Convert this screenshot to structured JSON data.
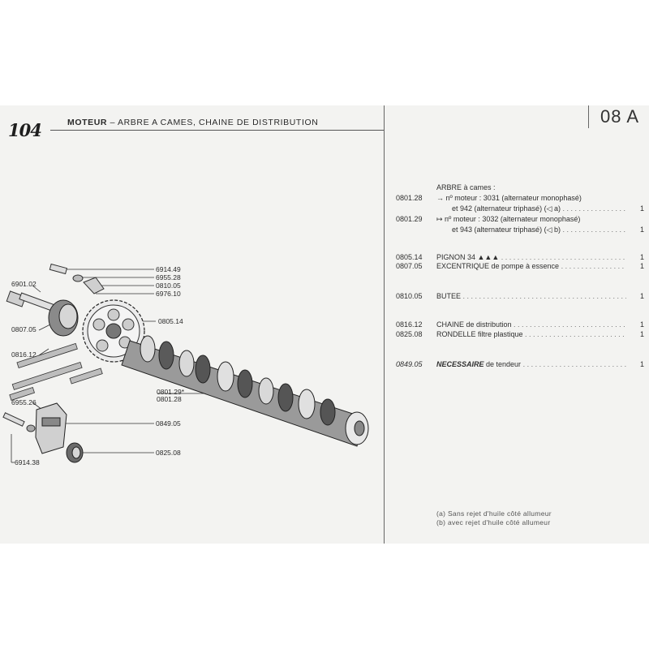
{
  "header": {
    "model": "104",
    "title_bold": "MOTEUR",
    "title_rest": " – ARBRE A CAMES, CHAINE DE DISTRIBUTION",
    "page_code": "08 A"
  },
  "parts": [
    {
      "ref": "",
      "desc": "ARBRE à cames :",
      "qty": ""
    },
    {
      "ref": "0801.28",
      "desc": "→ nº moteur : 3031 (alternateur monophasé)",
      "qty": ""
    },
    {
      "ref": "",
      "desc": "et 942 (alternateur triphasé) (◁ a)",
      "qty": "1"
    },
    {
      "ref": "0801.29",
      "desc": "↦ nº moteur : 3032 (alternateur monophasé)",
      "qty": ""
    },
    {
      "ref": "",
      "desc": "et 943 (alternateur triphasé) (◁ b)",
      "qty": "1"
    },
    {
      "ref": "0805.14",
      "desc": "PIGNON 34 ▲▲▲",
      "qty": "1"
    },
    {
      "ref": "0807.05",
      "desc": "EXCENTRIQUE de pompe à essence",
      "qty": "1"
    },
    {
      "ref": "0810.05",
      "desc": "BUTEE",
      "qty": "1"
    },
    {
      "ref": "0816.12",
      "desc": "CHAINE de distribution",
      "qty": "1"
    },
    {
      "ref": "0825.08",
      "desc": "RONDELLE filtre plastique",
      "qty": "1"
    },
    {
      "ref": "0849.05",
      "desc_name": "NECESSAIRE",
      "desc_rest": " de tendeur",
      "qty": "1"
    }
  ],
  "notes": [
    "(a)  Sans rejet d'huile côté allumeur",
    "(b)  avec rejet d'huile côté allumeur"
  ],
  "callouts": {
    "c6914_49": "6914.49",
    "c6955_28": "6955.28",
    "c0810_05": "0810.05",
    "c6976_10": "6976.10",
    "c6901_02": "6901.02",
    "c0805_14": "0805.14",
    "c0807_05": "0807.05",
    "c0816_12": "0816.12",
    "c0801_29": "0801.29*",
    "c0801_28": "0801.28",
    "c6955_26": "6955.26",
    "c0849_05": "0849.05",
    "c0825_08": "0825.08",
    "c6914_38": "6914.38"
  },
  "colors": {
    "paper": "#f3f3f1",
    "ink": "#2a2a2a",
    "metal_dark": "#3a3a3a",
    "metal_light": "#d8d8d8"
  }
}
